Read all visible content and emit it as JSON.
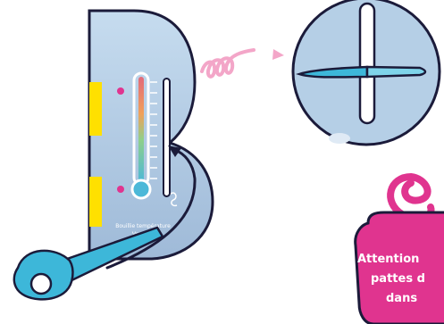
{
  "card": {
    "label_line1": "Bouillie température",
    "label_line2": "Vers 0.7"
  },
  "warning": {
    "line1": "Attention",
    "line2": "pattes d",
    "line3": "dans"
  },
  "colors": {
    "card_blue": "#b5cfe6",
    "thermo_outline": "#ffffff",
    "accent_pink": "#e0348f",
    "arrow_pink": "#f3a6c8",
    "clip_cyan": "#3db7d9",
    "yellow_tab": "#ffe000",
    "outline": "#1b1b3a"
  },
  "icons": {
    "loop_arrow": "pink-loop-arrow-icon",
    "curved_arrow": "black-curved-arrow-icon",
    "spiral": "pink-spiral-icon"
  }
}
